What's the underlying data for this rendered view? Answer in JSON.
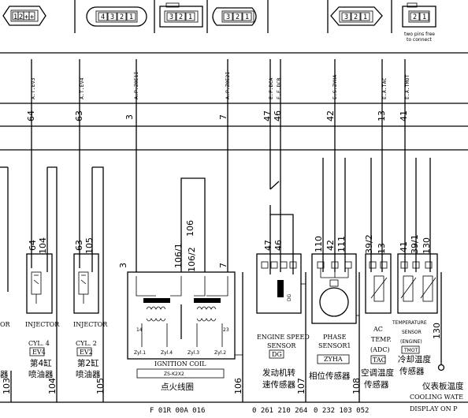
{
  "connectors": [
    {
      "pins": [
        "1",
        "2",
        "+",
        "+"
      ]
    },
    {
      "pins": [
        "4",
        "3",
        "2",
        "1"
      ]
    },
    {
      "pins": [
        "3",
        "2",
        "1"
      ]
    },
    {
      "pins": [
        "3",
        "2",
        "1"
      ]
    },
    {
      "pins": [
        "3",
        "2",
        "1"
      ]
    },
    {
      "pins": [
        "2",
        "1"
      ]
    }
  ],
  "connector_note": [
    "two pins free",
    "to connect"
  ],
  "signals": [
    "A.T.EV3",
    "A.T.EV4",
    "A.P.ZOE1I",
    "A.P.ZOE2I",
    "E.F.DCA",
    "E.F.DCB",
    "E.S.ZYHA",
    "E.A.TAC",
    "E.A.TMOT"
  ],
  "ecu_pins": [
    "64",
    "63",
    "3",
    "7",
    "47",
    "46",
    "42",
    "13",
    "41"
  ],
  "inj4": {
    "pin_a": "64",
    "pin_b": "104",
    "caption": "INJECTOR",
    "cyl": "CYL. 4",
    "tag": "EV4",
    "cn1": "第4缸",
    "cn2": "喷油器",
    "ground": "104"
  },
  "inj2": {
    "pin_a": "63",
    "pin_b": "105",
    "caption": "INJECTOR",
    "cyl": "CYL. 2",
    "tag": "EV2",
    "cn1": "第2缸",
    "cn2": "喷油器",
    "ground": "105"
  },
  "left_partial": {
    "caption": "OR",
    "cn": "器",
    "ground": "103"
  },
  "coil": {
    "wire_top": "106",
    "wire_left": "106/1",
    "wire_right": "106/2",
    "pin_left": "3",
    "pin_right": "7",
    "term": [
      "Zyl.1",
      "Zyl.4",
      "Zyl.3",
      "Zyl.2"
    ],
    "caption": "IGNITION COIL",
    "tag": "ZS-K2X2",
    "cn": "点火线圈",
    "ground": "106",
    "sm_nums": [
      "14",
      "23"
    ]
  },
  "speed": {
    "pin_a": "47",
    "pin_b": "46",
    "caption1": "ENGINE SPEED",
    "caption2": "SENSOR",
    "tag": "DG",
    "cn1": "发动机转",
    "cn2": "速传感器",
    "ground": "107"
  },
  "phase": {
    "pin_a": "110",
    "pin_b": "42",
    "pin_c": "111",
    "caption1": "PHASE",
    "caption2": "SENSOR1",
    "tag": "ZYHA",
    "cn": "相位传感器",
    "ground": "108"
  },
  "ac": {
    "pin_a": "39/2",
    "pin_b": "13",
    "caption1": "AC",
    "caption2": "TEMP.",
    "caption3": "(ADC)",
    "tag": "TAC",
    "cn1": "空调温度",
    "cn2": "传感器"
  },
  "temp": {
    "pin_a": "41",
    "pin_b": "39/1",
    "pin_c": "130",
    "caption1": "TEMPERATURE",
    "caption2": "SENSOR",
    "caption3": "(ENGINE)",
    "tag": "TMOT",
    "cn1": "冷却温度",
    "cn2": "传感器",
    "side_num": "130"
  },
  "right_partial": {
    "cn": "仪表板温度",
    "en1": "COOLING WATE",
    "en2": "DISPLAY ON P"
  },
  "part_numbers": [
    "F 01R 00A 016",
    "0 261 210 264",
    "0 232 103 052"
  ]
}
